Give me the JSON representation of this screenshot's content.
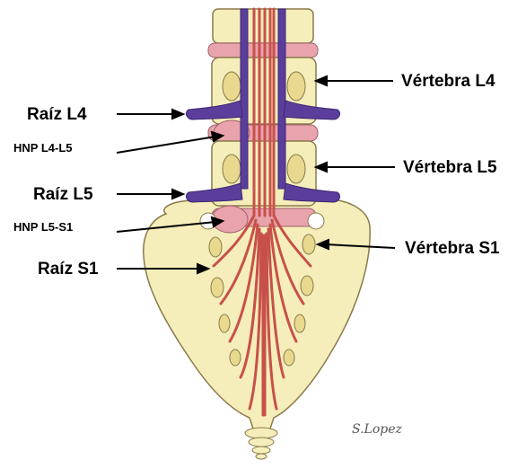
{
  "labels": {
    "vertebra_l4": "Vértebra L4",
    "vertebra_l5": "Vértebra L5",
    "vertebra_s1": "Vértebra S1",
    "raiz_l4": "Raíz L4",
    "raiz_l5": "Raíz L5",
    "raiz_s1": "Raíz S1",
    "hnp_l4_l5": "HNP L4-L5",
    "hnp_l5_s1": "HNP L5-S1"
  },
  "signature": "S.Lopez",
  "colors": {
    "bone": "#f5eebb",
    "bone_outline": "#8a7a4a",
    "disc": "#e8a3ad",
    "nerve_root": "#5b3e9c",
    "nerves": "#c8504a",
    "foramen": "#e8d98f"
  }
}
